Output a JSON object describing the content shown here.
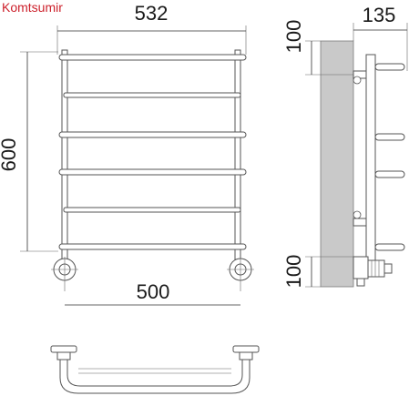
{
  "brand": {
    "name": "Komtsumir",
    "color": "#cc1f2a"
  },
  "dimensions": {
    "total_width": "532",
    "height": "600",
    "center_distance": "500",
    "depth": "135",
    "top_offset": "100",
    "bottom_offset": "100"
  },
  "colors": {
    "wall": "#c9c9c9",
    "line": "#555555"
  }
}
